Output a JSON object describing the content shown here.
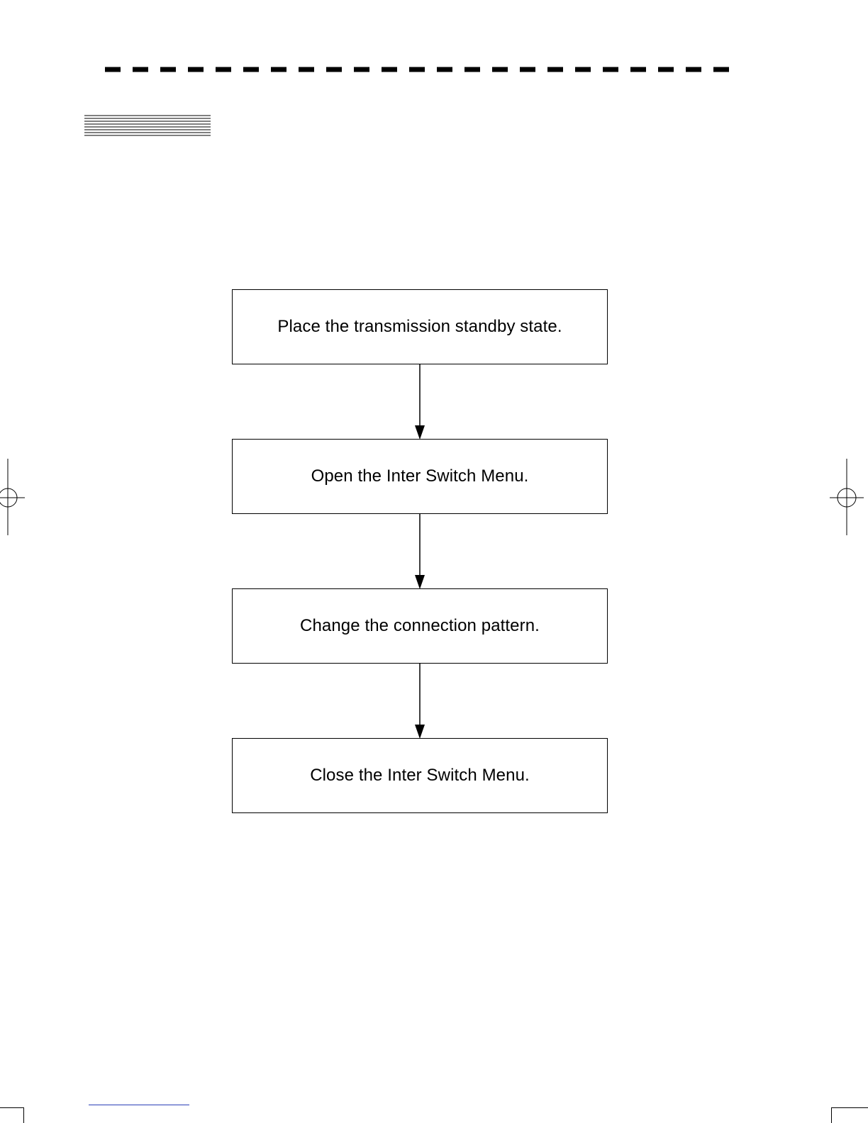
{
  "flowchart": {
    "steps": [
      {
        "label": "Place the transmission standby state."
      },
      {
        "label": "Open the Inter Switch Menu."
      },
      {
        "label": "Change the connection pattern."
      },
      {
        "label": "Close the Inter Switch Menu."
      }
    ]
  },
  "colors": {
    "ink": "#000000",
    "page": "#ffffff",
    "footer_rule": "#2a3fb8"
  }
}
